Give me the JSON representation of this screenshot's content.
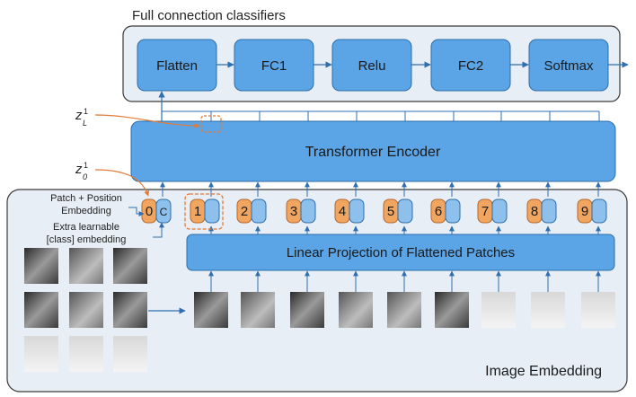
{
  "title": "Full connection classifiers",
  "classifier_blocks": [
    "Flatten",
    "FC1",
    "Relu",
    "FC2",
    "Softmax"
  ],
  "encoder_label": "Transformer Encoder",
  "projection_label": "Linear Projection of Flattened Patches",
  "embedding_label": "Image Embedding",
  "labels": {
    "patch_pos_1": "Patch + Position",
    "patch_pos_2": "Embedding",
    "extra_1": "Extra learnable",
    "extra_2": "[class] embedding",
    "zL_main": "z",
    "zL_sub": "L",
    "zL_sup": "1",
    "z0_main": "z",
    "z0_sub": "0",
    "z0_sup": "1",
    "class_token": "C"
  },
  "tokens": [
    "0",
    "1",
    "2",
    "3",
    "4",
    "5",
    "6",
    "7",
    "8",
    "9"
  ],
  "colors": {
    "block_fill": "#5ba4e6",
    "block_stroke": "#2e6ea8",
    "panel_fill": "#e8eef6",
    "panel_stroke": "#3a3a3a",
    "orange": "#f0a660",
    "orange_stroke": "#b8672a",
    "arrow": "#2f6fb0",
    "callout": "#e07b39"
  }
}
